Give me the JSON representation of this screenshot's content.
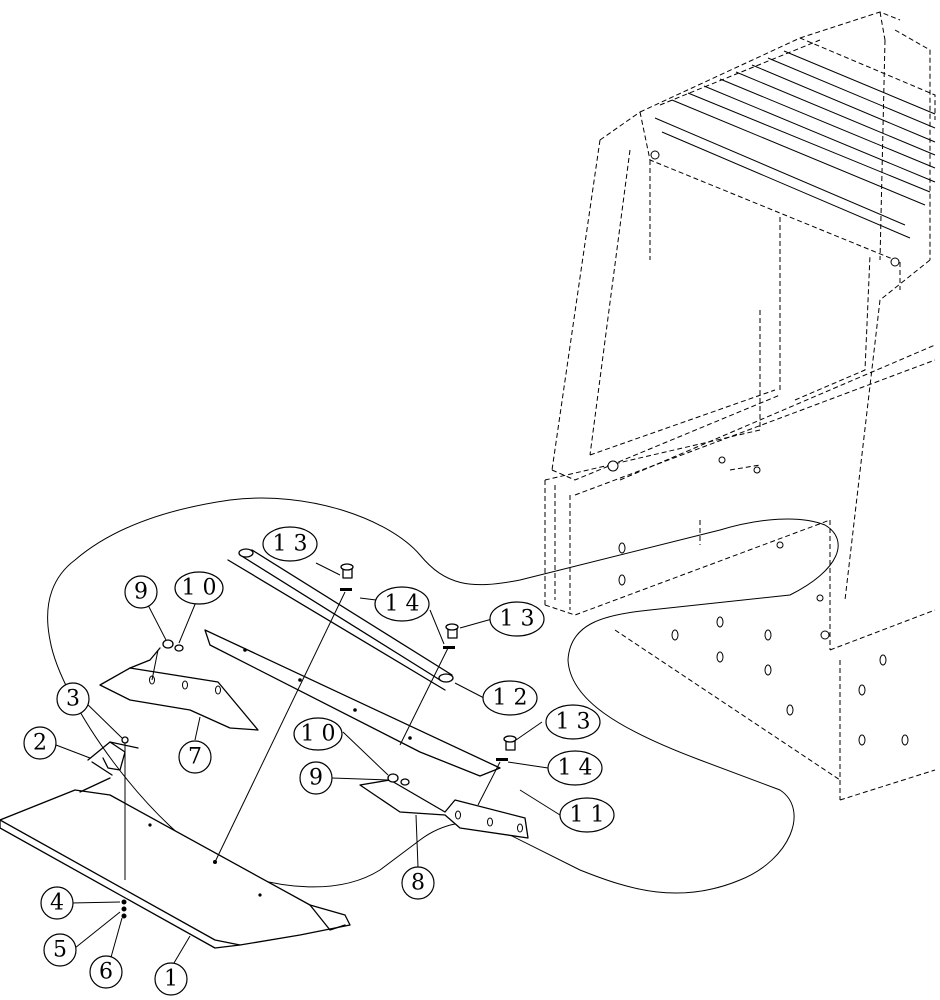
{
  "diagram": {
    "callouts": [
      {
        "id": "c1",
        "label": "1"
      },
      {
        "id": "c2",
        "label": "2"
      },
      {
        "id": "c3",
        "label": "3"
      },
      {
        "id": "c4",
        "label": "4"
      },
      {
        "id": "c5",
        "label": "5"
      },
      {
        "id": "c6",
        "label": "6"
      },
      {
        "id": "c7",
        "label": "7"
      },
      {
        "id": "c8",
        "label": "8"
      },
      {
        "id": "c9a",
        "label": "9"
      },
      {
        "id": "c9b",
        "label": "9"
      },
      {
        "id": "c10a",
        "label": "1 0"
      },
      {
        "id": "c10b",
        "label": "1 0"
      },
      {
        "id": "c11",
        "label": "1 1"
      },
      {
        "id": "c12",
        "label": "1 2"
      },
      {
        "id": "c13a",
        "label": "1 3"
      },
      {
        "id": "c13b",
        "label": "1 3"
      },
      {
        "id": "c13c",
        "label": "1 3"
      },
      {
        "id": "c14a",
        "label": "1 4"
      },
      {
        "id": "c14b",
        "label": "1 4"
      }
    ]
  }
}
